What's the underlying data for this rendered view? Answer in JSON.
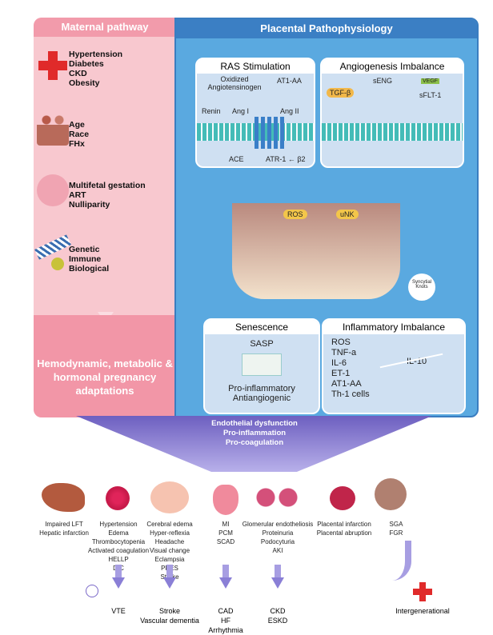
{
  "maternal": {
    "title": "Maternal pathway",
    "groups": [
      {
        "icon": "red-cross-icon",
        "items": [
          "Hypertension",
          "Diabetes",
          "CKD",
          "Obesity"
        ]
      },
      {
        "icon": "people-icon",
        "items": [
          "Age",
          "Race",
          "FHx"
        ]
      },
      {
        "icon": "pregnancy-icon",
        "items": [
          "Multifetal gestation",
          "ART",
          "Nulliparity"
        ]
      },
      {
        "icon": "dna-icon",
        "items": [
          "Genetic",
          "Immune",
          "Biological"
        ]
      }
    ],
    "adaptations": "Hemodynamic, metabolic & hormonal pregnancy adaptations"
  },
  "placental": {
    "title": "Placental Pathophysiology",
    "ras": {
      "title": "RAS Stimulation",
      "oxidized": "Oxidized Angiotensinogen",
      "at1aa": "AT1-AA",
      "renin": "Renin",
      "ang1": "Ang I",
      "ang2": "Ang II",
      "ace": "ACE",
      "atr": "ATR-1",
      "b2": "β2"
    },
    "angio": {
      "title": "Angiogenesis Imbalance",
      "seng": "sENG",
      "tgf": "TGF-β",
      "vegf": "VEGF",
      "sflt": "sFLT-1"
    },
    "center": {
      "ros": "ROS",
      "unk": "uNK",
      "knots": "Syncytial Knots"
    },
    "senescence": {
      "title": "Senescence",
      "sasp": "SASP",
      "l1": "Pro-inflammatory",
      "l2": "Antiangiogenic"
    },
    "inflam": {
      "title": "Inflammatory Imbalance",
      "items": [
        "ROS",
        "TNF-a",
        "IL-6",
        "ET-1",
        "AT1-AA",
        "Th-1 cells"
      ],
      "il10": "IL-10"
    }
  },
  "funnel": [
    "Endothelial dysfunction",
    "Pro-inflammation",
    "Pro-coagulation"
  ],
  "organs": [
    {
      "icon": "liver-icon",
      "items": [
        "Impaired LFT",
        "Hepatic infarction"
      ]
    },
    {
      "icon": "blood-cell-icon",
      "items": [
        "Hypertension",
        "Edema",
        "Thrombocytopenia",
        "Activated coagulation",
        "HELLP",
        "DIC"
      ]
    },
    {
      "icon": "brain-icon",
      "items": [
        "Cerebral edema",
        "Hyper-reflexia",
        "Headache",
        "Visual change",
        "Eclampsia",
        "PRES",
        "Stroke"
      ]
    },
    {
      "icon": "heart-icon",
      "items": [
        "MI",
        "PCM",
        "SCAD"
      ]
    },
    {
      "icon": "kidney-icon",
      "items": [
        "Glomerular endotheliosis",
        "Proteinuria",
        "Podocyturia",
        "AKI"
      ]
    },
    {
      "icon": "placenta-icon",
      "items": [
        "Placental infarction",
        "Placental abruption"
      ]
    },
    {
      "icon": "baby-icon",
      "items": [
        "SGA",
        "FGR"
      ]
    }
  ],
  "outcomes": [
    [
      "VTE"
    ],
    [
      "Stroke",
      "Vascular dementia"
    ],
    [
      "CAD",
      "HF",
      "Arrhythmia"
    ],
    [
      "CKD",
      "ESKD"
    ],
    [
      "Intergenerational"
    ]
  ],
  "colors": {
    "pink": "#f8c8cf",
    "blue": "#5aa9e0",
    "purple": "#7a68c8"
  }
}
